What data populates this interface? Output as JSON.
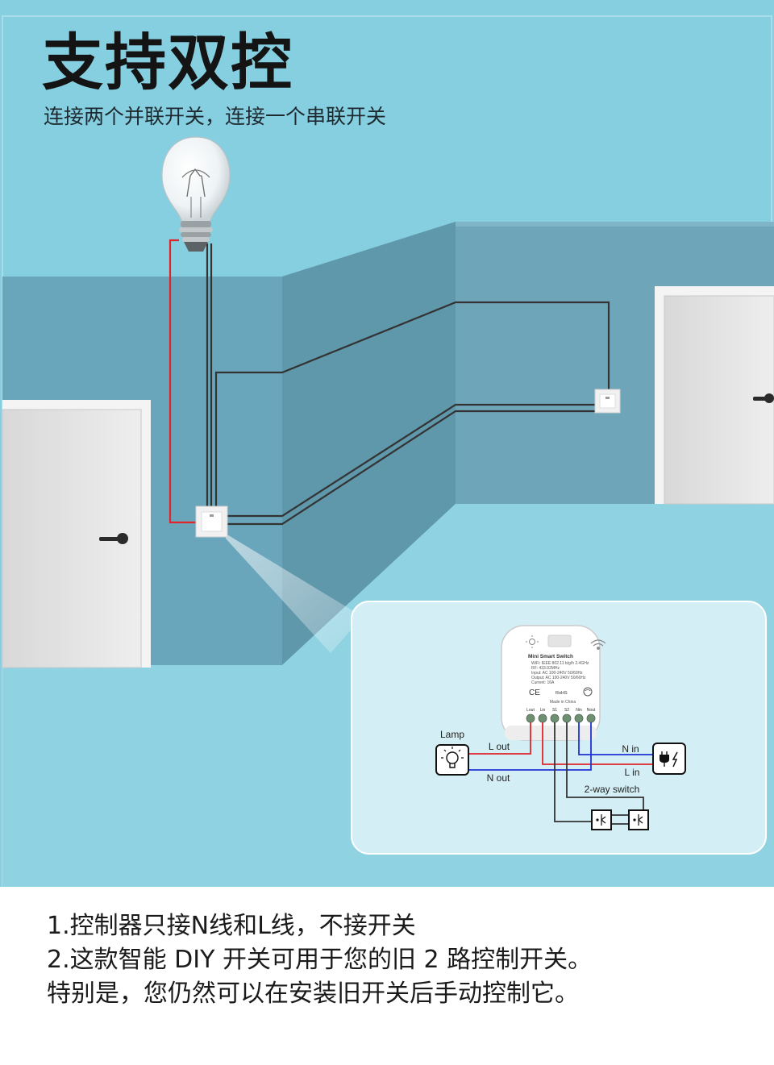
{
  "header": {
    "title": "支持双控",
    "subtitle": "连接两个并联开关，连接一个串联开关"
  },
  "device": {
    "name": "Mini Smart Switch",
    "spec_lines": [
      "WiFi: IEEE 802.11 b/g/h 2.4GHz",
      "RF: 433.92MHz",
      "Input: AC 100-240V 50/60Hz",
      "Output: AC 100-240V 50/60Hz",
      "Current: 16A"
    ],
    "cert_ce": "CE",
    "cert_rohs": "RoHS",
    "origin": "Made in China",
    "terminals": [
      "Lout",
      "Lin",
      "S1",
      "S2",
      "Nin",
      "Nout"
    ]
  },
  "wiring": {
    "lamp_label": "Lamp",
    "l_out": "L out",
    "n_out": "N out",
    "n_in": "N in",
    "l_in": "L in",
    "two_way_switch": "2-way switch"
  },
  "notes": [
    "1.控制器只接N线和L线，不接开关",
    "2.这款智能 DIY 开关可用于您的旧 2 路控制开关。",
    "特别是，您仍然可以在安装旧开关后手动控制它。"
  ],
  "colors": {
    "sky": "#86cfe0",
    "wall_front": "#6ba7bc",
    "floor": "#8ed3e3",
    "wire_live": "#e0242b",
    "wire_neutral": "#1f33d6",
    "wire_switch": "#333333",
    "panel": "#d4eef5"
  }
}
